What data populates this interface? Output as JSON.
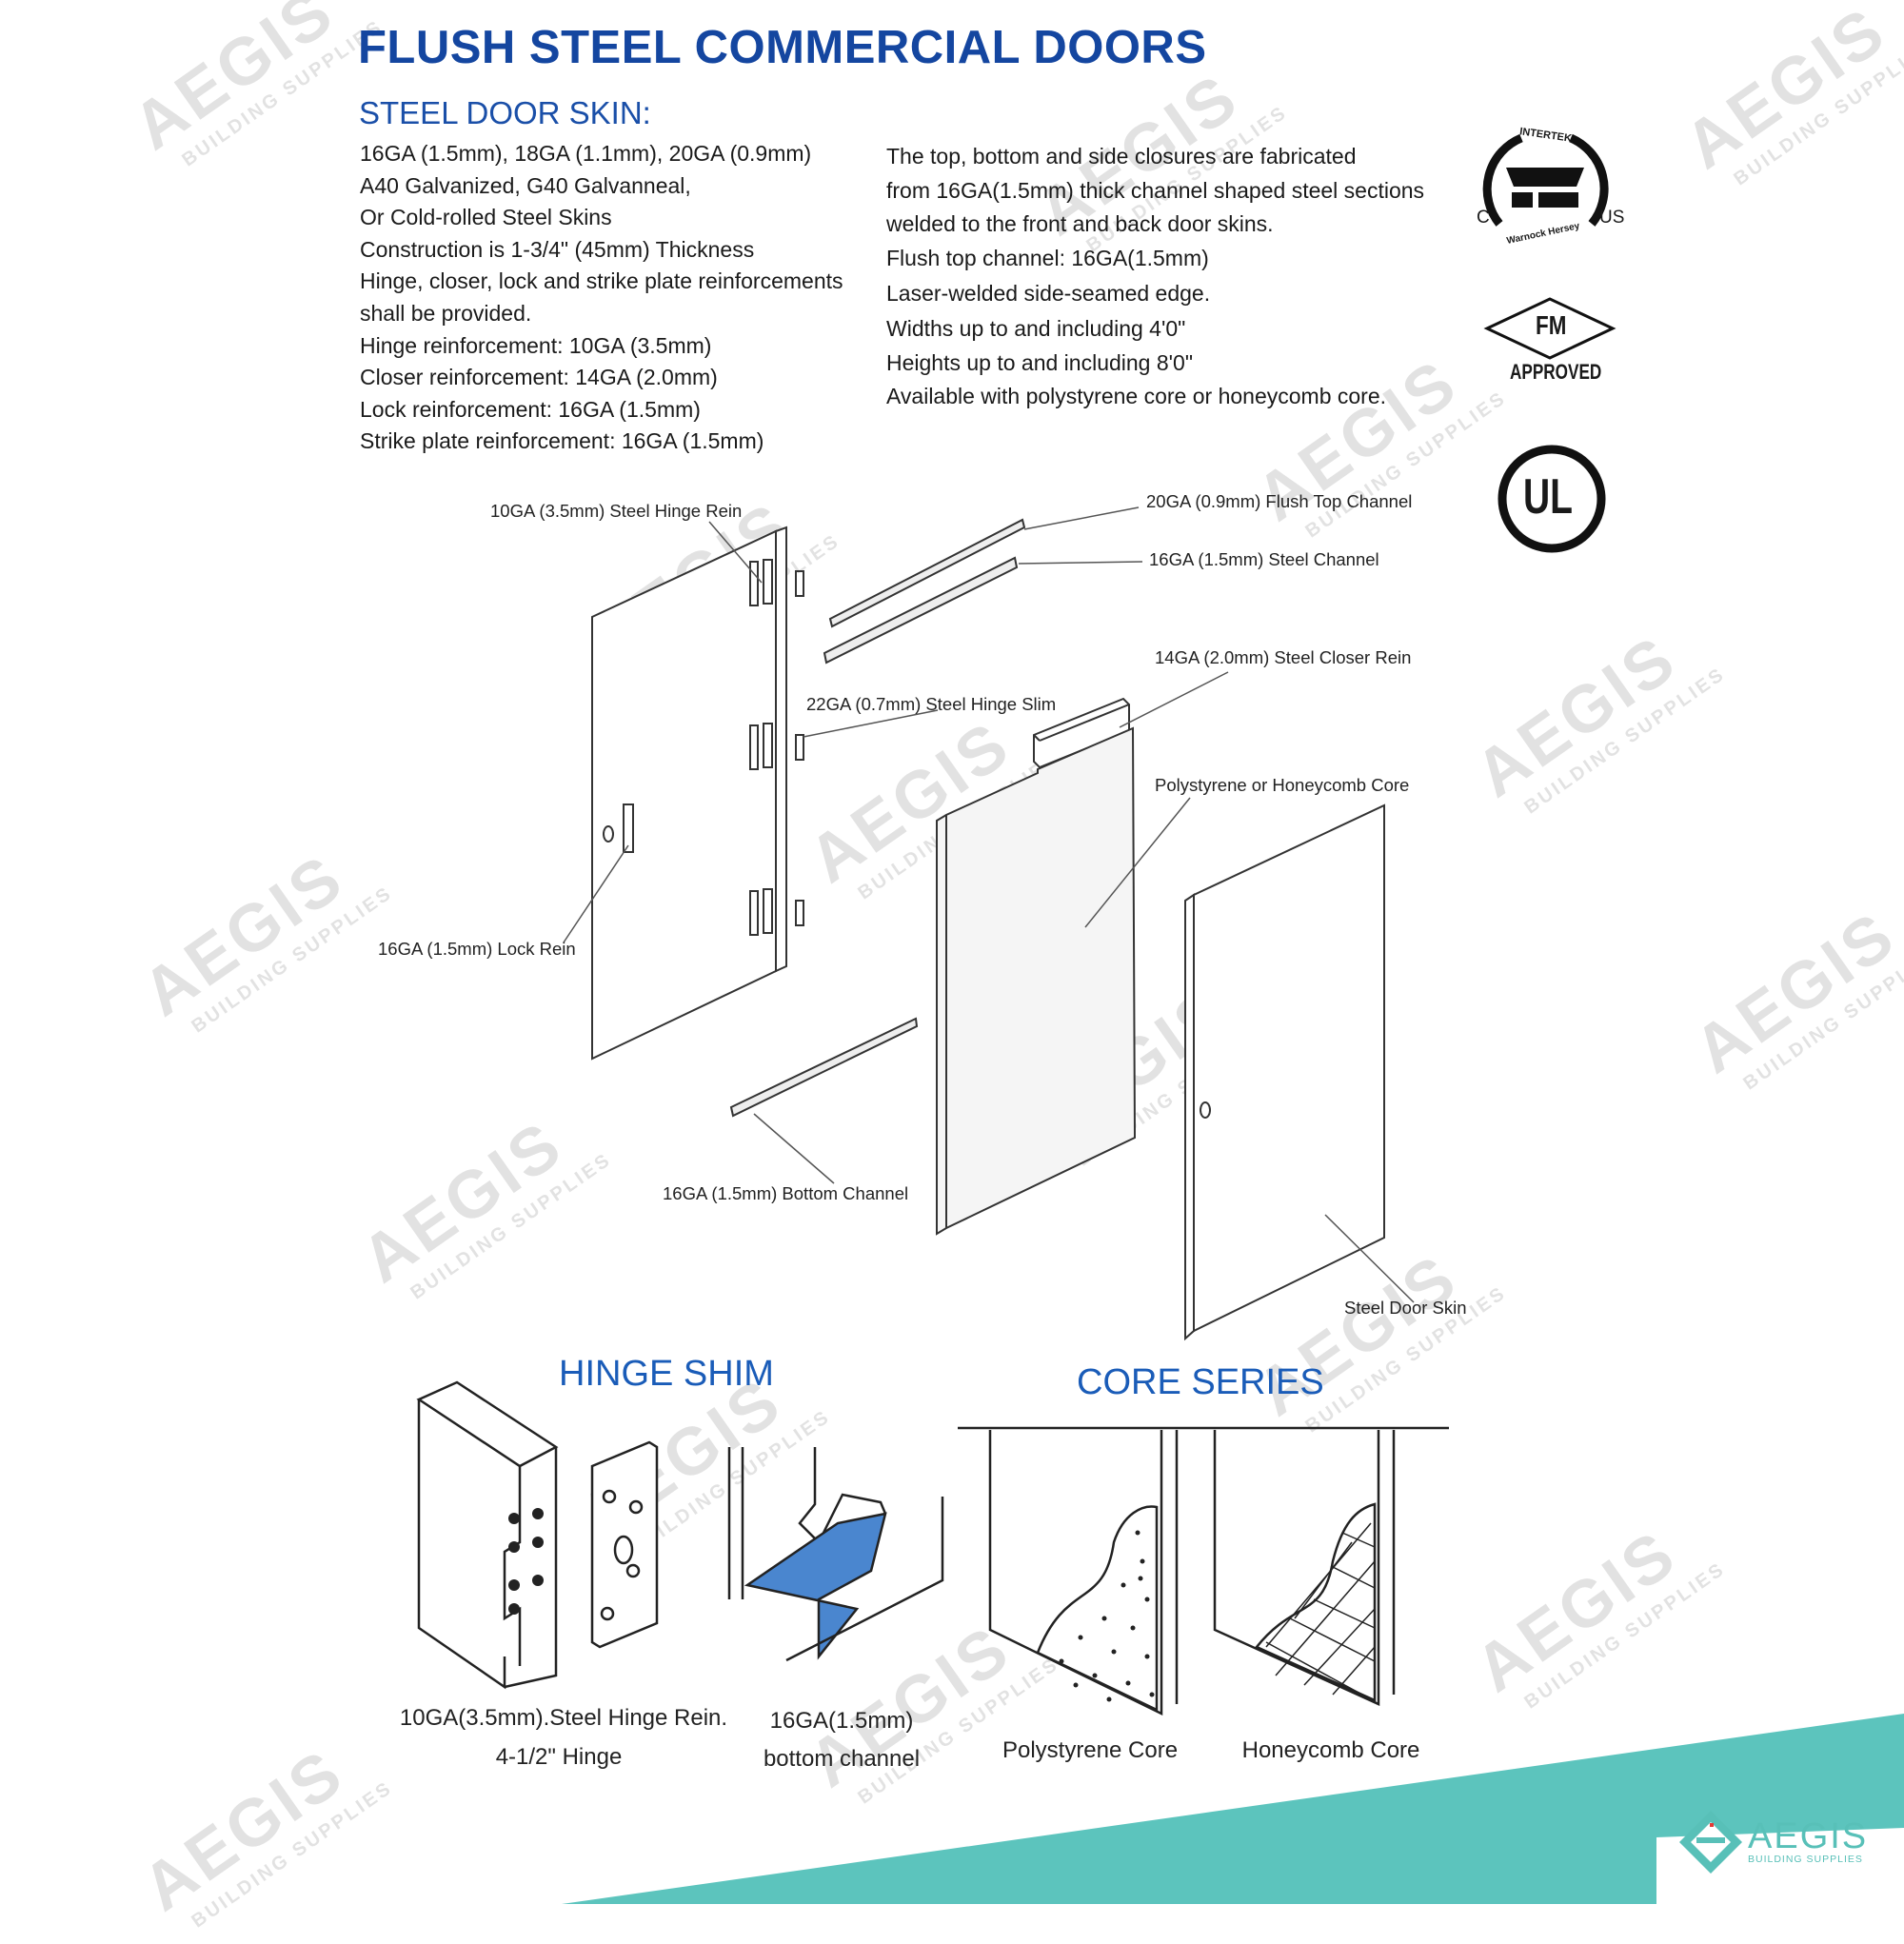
{
  "header": {
    "title": "FLUSH STEEL COMMERCIAL DOORS",
    "subtitle": "STEEL DOOR SKIN:"
  },
  "specs_left": [
    "16GA (1.5mm), 18GA (1.1mm), 20GA (0.9mm)",
    "A40 Galvanized, G40 Galvanneal,",
    "Or Cold-rolled Steel Skins",
    "Construction is 1-3/4\" (45mm) Thickness",
    "Hinge, closer, lock and strike plate reinforcements",
    "shall be provided.",
    "Hinge reinforcement: 10GA (3.5mm)",
    "Closer reinforcement: 14GA (2.0mm)",
    "Lock reinforcement: 16GA (1.5mm)",
    "Strike plate reinforcement: 16GA (1.5mm)"
  ],
  "specs_right": [
    "The top, bottom and side closures are fabricated",
    "from 16GA(1.5mm) thick channel shaped steel sections",
    "welded to the front and back door skins.",
    "Flush top channel: 16GA(1.5mm)",
    "Laser-welded side-seamed edge.",
    "Widths up to and including 4'0\"",
    "Heights up to and including 8'0\"",
    "Available with polystyrene core or honeycomb core."
  ],
  "certifications": {
    "intertek_top": "INTERTEK",
    "intertek_bottom": "Warnock Hersey",
    "intertek_c": "C",
    "intertek_us": "US",
    "fm": "FM",
    "fm_approved": "APPROVED",
    "ul": "UL"
  },
  "diagram_labels": {
    "hinge_rein": "10GA (3.5mm) Steel Hinge Rein",
    "flush_top_channel": "20GA (0.9mm) Flush Top Channel",
    "steel_channel": "16GA (1.5mm) Steel Channel",
    "closer_rein": "14GA (2.0mm) Steel Closer Rein",
    "hinge_slim": "22GA (0.7mm) Steel Hinge Slim",
    "core": "Polystyrene or Honeycomb Core",
    "lock_rein": "16GA (1.5mm) Lock Rein",
    "bottom_channel": "16GA (1.5mm) Bottom Channel",
    "door_skin": "Steel Door Skin"
  },
  "hinge_shim": {
    "title": "HINGE SHIM",
    "caption1_line1": "10GA(3.5mm).Steel Hinge Rein.",
    "caption1_line2": "4-1/2\" Hinge",
    "caption2_line1": "16GA(1.5mm)",
    "caption2_line2": "bottom channel"
  },
  "core_series": {
    "title": "CORE SERIES",
    "poly": "Polystyrene Core",
    "honey": "Honeycomb Core"
  },
  "brand": {
    "name": "AEGIS",
    "tagline": "BUILDING SUPPLIES",
    "accent": "#58c0b8",
    "blue": "#1446a0"
  },
  "watermark": {
    "name": "AEGIS",
    "tagline": "BUILDING SUPPLIES"
  }
}
